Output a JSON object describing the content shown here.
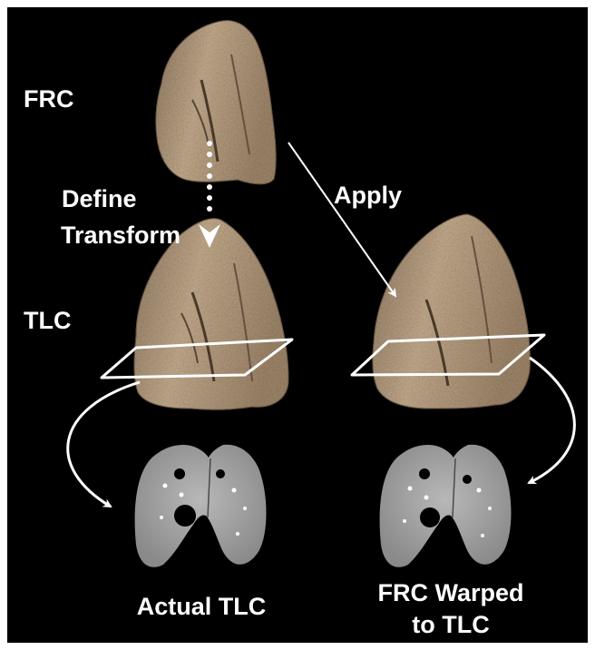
{
  "labels": {
    "frc": "FRC",
    "tlc": "TLC",
    "define_line1": "Define",
    "define_line2": "Transform",
    "apply": "Apply",
    "actual_tlc": "Actual TLC",
    "warped_line1": "FRC Warped",
    "warped_line2": "to TLC"
  },
  "colors": {
    "background": "#000000",
    "border": "#ffffff",
    "lung_surface": "#b39a7d",
    "lung_shadow": "#5e4c3a",
    "ct_tissue": "#a5a5a5",
    "arrows": "#ffffff",
    "text": "#ffffff"
  }
}
